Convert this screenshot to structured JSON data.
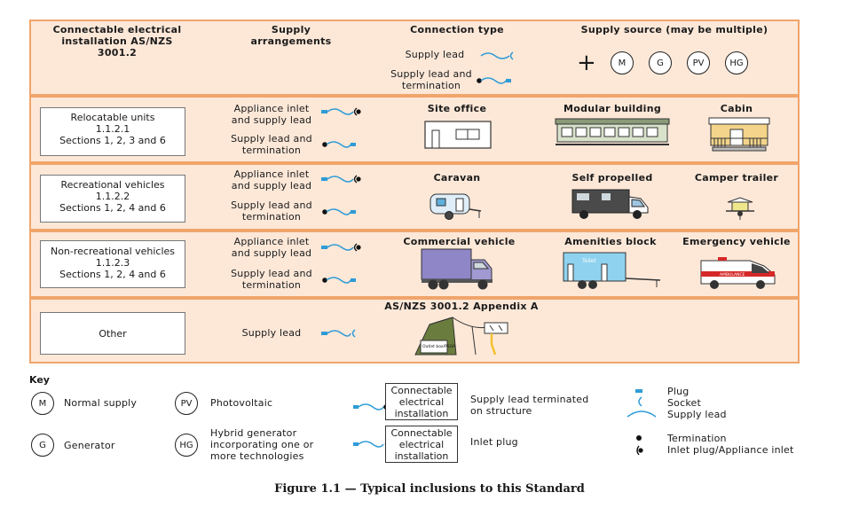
{
  "header": {
    "col1": "Connectable electrical installation AS/NZS 3001.2",
    "col2": "Supply arrangements",
    "col3": "Connection type",
    "col4": "Supply source (may be multiple)",
    "conn_supply_lead": "Supply lead",
    "conn_supply_lead_termination": "Supply lead and termination",
    "plus": "+",
    "sources": [
      "M",
      "G",
      "PV",
      "HG"
    ]
  },
  "rows": [
    {
      "category": "Relocatable units\n1.1.2.1\nSections 1, 2, 3 and 6",
      "arr1": "Appliance inlet and supply lead",
      "arr2": "Supply lead and termination",
      "vehicles": [
        "Site office",
        "Modular building",
        "Cabin"
      ]
    },
    {
      "category": "Recreational vehicles\n1.1.2.2\nSections 1, 2, 4 and 6",
      "arr1": "Appliance inlet and supply lead",
      "arr2": "Supply lead and termination",
      "vehicles": [
        "Caravan",
        "Self propelled",
        "Camper trailer"
      ]
    },
    {
      "category": "Non-recreational vehicles\n1.1.2.3\nSections 1, 2, 4 and 6",
      "arr1": "Appliance inlet and supply lead",
      "arr2": "Supply lead and termination",
      "vehicles": [
        "Commercial vehicle",
        "Amenities block",
        "Emergency vehicle"
      ]
    },
    {
      "category": "Other",
      "arr1": "Supply lead",
      "appendix": "AS/NZS 3001.2 Appendix A",
      "outlet_label": "Outlet box/PSOA"
    }
  ],
  "vehicle_text": {
    "toilet": "Toilet",
    "ambulance": "AMBULANCE"
  },
  "key": {
    "title": "Key",
    "M": "Normal supply",
    "PV": "Photovoltaic",
    "G": "Generator",
    "HG": "Hybrid generator incorporating one or more technologies",
    "box": "Connectable electrical installation",
    "supply_lead_terminated": "Supply lead terminated on structure",
    "inlet_plug": "Inlet plug",
    "plug": "Plug",
    "socket": "Socket",
    "supply_lead": "Supply lead",
    "termination": "Termination",
    "inlet_appliance": "Inlet plug/Appliance inlet"
  },
  "caption": "Figure 1.1 — Typical inclusions to this Standard",
  "colors": {
    "border": "#f0a56b",
    "band": "#fde8d8",
    "plug": "#2f9bd6"
  }
}
